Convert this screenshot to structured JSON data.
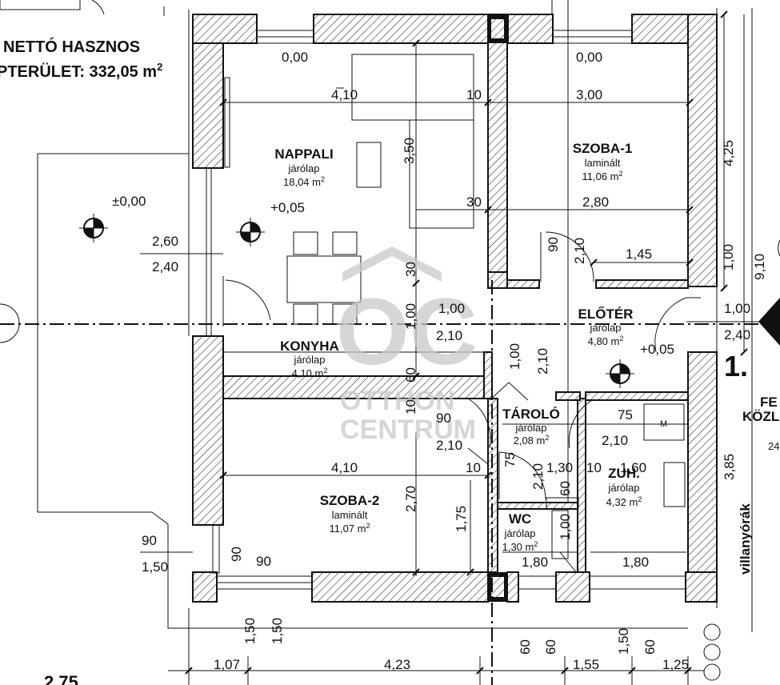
{
  "header": {
    "line1": "NETTÓ HASZNOS",
    "line2_prefix": "PTERÜLET: 332,05 m",
    "line2_sup": "2"
  },
  "rooms": [
    {
      "id": "nappali",
      "name": "NAPPALI",
      "floor": "járólap",
      "area": "18,04 m",
      "sup": "2"
    },
    {
      "id": "szoba1",
      "name": "SZOBA-1",
      "floor": "laminált",
      "area": "11,06 m",
      "sup": "2"
    },
    {
      "id": "eloter",
      "name": "ELŐTÉR",
      "floor": "járólap",
      "area": "4,80 m",
      "sup": "2"
    },
    {
      "id": "konyha",
      "name": "KONYHA",
      "floor": "járólap",
      "area": "4,10 m",
      "sup": "2"
    },
    {
      "id": "tarolo",
      "name": "TÁROLÓ",
      "floor": "járólap",
      "area": "2,08 m",
      "sup": "2"
    },
    {
      "id": "szoba2",
      "name": "SZOBA-2",
      "floor": "laminált",
      "area": "11,07 m",
      "sup": "2"
    },
    {
      "id": "zuh",
      "name": "ZUH.",
      "floor": "járólap",
      "area": "4,32 m",
      "sup": "2"
    },
    {
      "id": "wc",
      "name": "WC",
      "floor": "járólap",
      "area": "1,30 m",
      "sup": "2"
    }
  ],
  "levels": {
    "outside": "±0,00",
    "nappali": "+0,05",
    "eloter": "+0,05",
    "nappali_ceiling": "0,00",
    "szoba1_ceiling": "0,00"
  },
  "dimensions": {
    "d_410_top": "4,10",
    "d_10_top": "10",
    "d_300_top": "3,00",
    "d_350": "3,50",
    "d_30a": "30",
    "d_280": "2,80",
    "d_425": "4,25",
    "d_260": "2,60",
    "d_240_left": "2,40",
    "d_90_door": "90",
    "d_210_door": "2,10",
    "d_145": "1,45",
    "d_100_right": "1,00",
    "d_910": "9,10",
    "d_30b": "30",
    "d_100_mid": "1,00",
    "d_100_vert": "1,00",
    "d_210_mid": "2,10",
    "d_100_right2": "1,00",
    "d_240_right": "2,40",
    "d_100_tarolo": "1,00",
    "d_210_tarolo": "2,10",
    "d_60": "60",
    "d_10_mid": "10",
    "d_90_mid": "90",
    "d_210_left": "2,10",
    "d_75": "75",
    "d_210_right": "2,10",
    "d_410_bottom": "4,10",
    "d_10a": "10",
    "d_75b": "75",
    "d_210_wc": "2,10",
    "d_130": "1,30",
    "d_10b": "10",
    "d_160": "1,60",
    "d_270": "2,70",
    "d_175": "1,75",
    "d_60_wc": "60",
    "d_100_wc": "1,00",
    "d_90_left": "90",
    "d_150_left": "1,50",
    "d_90_win": "90",
    "d_90_win2": "90",
    "d_180a": "1,80",
    "d_180b": "1,80",
    "d_385": "3,85",
    "d_150a": "1,50",
    "d_150b": "1,50",
    "d_60a": "60",
    "d_60b": "60",
    "d_150c": "1,50",
    "d_60c": "60",
    "d_107": "1,07",
    "d_423": "4,23",
    "d_155": "1,55",
    "d_125": "1,25",
    "d_275": "2,75"
  },
  "labels": {
    "villanyorak": "villanyórák",
    "entrance_number": "1.",
    "side_fe": "FE",
    "side_kozl": "KÖZL",
    "side_24": "24",
    "appliance_m": "M"
  },
  "watermark": {
    "line1": "OTTHON",
    "line2": "CENTRUM",
    "mark": "OC"
  }
}
